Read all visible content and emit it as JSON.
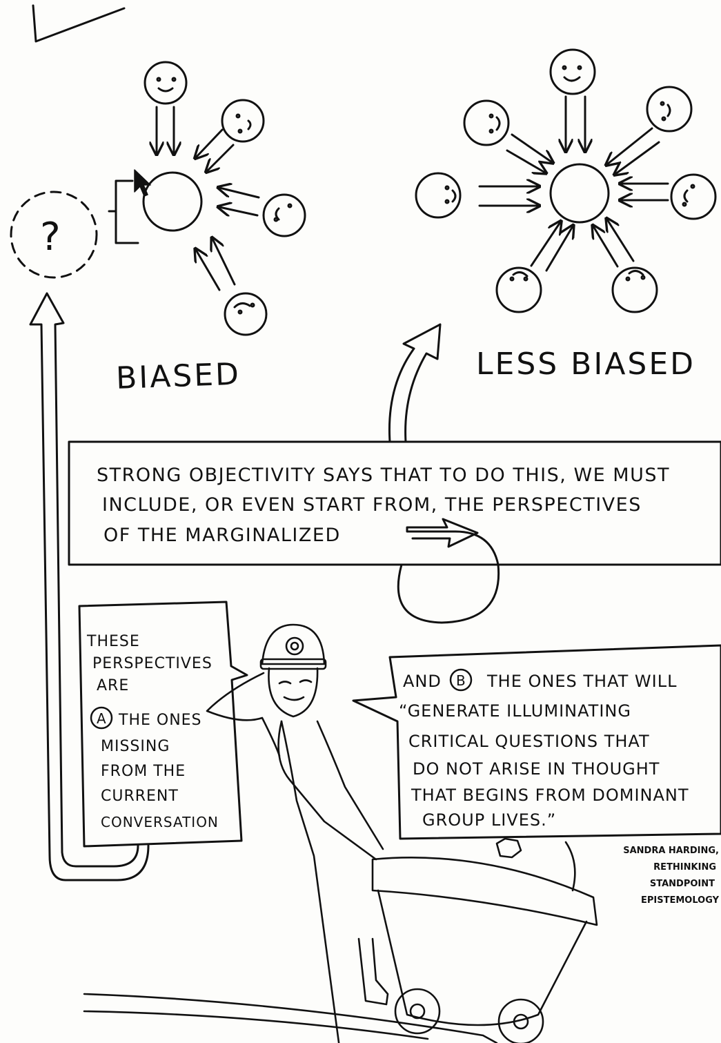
{
  "labels": {
    "biased": "BIASED",
    "less_biased": "LESS BIASED",
    "question": "?"
  },
  "main_box": {
    "lines": [
      "STRONG OBJECTIVITY SAYS THAT TO DO THIS, WE MUST",
      "INCLUDE, OR EVEN START FROM, THE PERSPECTIVES",
      "OF THE MARGINALIZED"
    ]
  },
  "left_bubble": {
    "lines": [
      "THESE",
      "PERSPECTIVES",
      "ARE"
    ],
    "marker": "A",
    "item_lines": [
      "THE ONES",
      "MISSING",
      "FROM THE",
      "CURRENT",
      "CONVERSATION"
    ]
  },
  "right_bubble": {
    "first_line_pre": "AND",
    "marker": "B",
    "first_line_post": "THE ONES THAT WILL",
    "lines": [
      "“GENERATE ILLUMINATING",
      "CRITICAL QUESTIONS THAT",
      "DO NOT ARISE IN THOUGHT",
      "THAT BEGINS FROM DOMINANT",
      "GROUP LIVES.”"
    ]
  },
  "citation": {
    "lines": [
      "SANDRA HARDING,",
      "RETHINKING",
      "STANDPOINT",
      "EPISTEMOLOGY"
    ]
  }
}
